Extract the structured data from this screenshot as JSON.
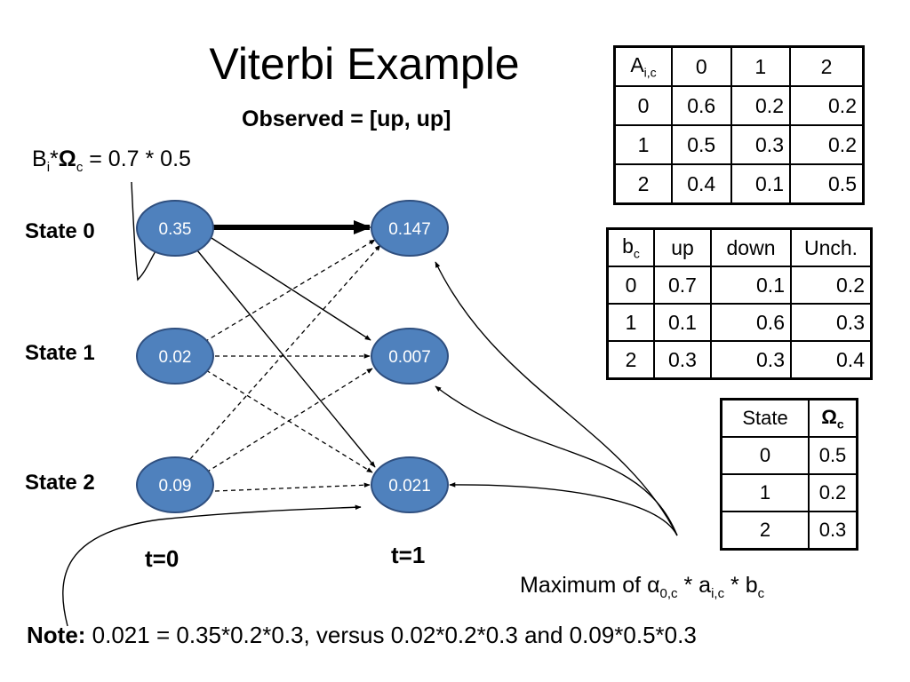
{
  "title": "Viterbi Example",
  "observed": "Observed = [up, up]",
  "b_formula": {
    "b": "B",
    "i": "i",
    "star": "*",
    "omega": "Ω",
    "c": "c",
    "rest": " = 0.7 * 0.5"
  },
  "states": [
    "State 0",
    "State 1",
    "State 2"
  ],
  "time_labels": [
    "t=0",
    "t=1"
  ],
  "nodes_t0": [
    "0.35",
    "0.02",
    "0.09"
  ],
  "nodes_t1": [
    "0.147",
    "0.007",
    "0.021"
  ],
  "table_a": {
    "header": {
      "a": "A",
      "sub": "i,c",
      "cols": [
        "0",
        "1",
        "2"
      ]
    },
    "rows": [
      [
        "0",
        "0.6",
        "0.2",
        "0.2"
      ],
      [
        "1",
        "0.5",
        "0.3",
        "0.2"
      ],
      [
        "2",
        "0.4",
        "0.1",
        "0.5"
      ]
    ]
  },
  "table_b": {
    "header": {
      "b": "b",
      "sub": "c",
      "cols": [
        "up",
        "down",
        "Unch."
      ]
    },
    "rows": [
      [
        "0",
        "0.7",
        "0.1",
        "0.2"
      ],
      [
        "1",
        "0.1",
        "0.6",
        "0.3"
      ],
      [
        "2",
        "0.3",
        "0.3",
        "0.4"
      ]
    ]
  },
  "table_omega": {
    "header": {
      "state": "State",
      "omega": "Ω",
      "sub": "c"
    },
    "rows": [
      [
        "0",
        "0.5"
      ],
      [
        "1",
        "0.2"
      ],
      [
        "2",
        "0.3"
      ]
    ]
  },
  "max_label": {
    "text": "Maximum of α",
    "s1": "0,c",
    "mid": " * a",
    "s2": "i,c",
    "end": " * b",
    "s3": "c"
  },
  "note": {
    "bold": "Note:",
    "text": " 0.021 = 0.35*0.2*0.3, versus 0.02*0.2*0.3 and 0.09*0.5*0.3"
  }
}
